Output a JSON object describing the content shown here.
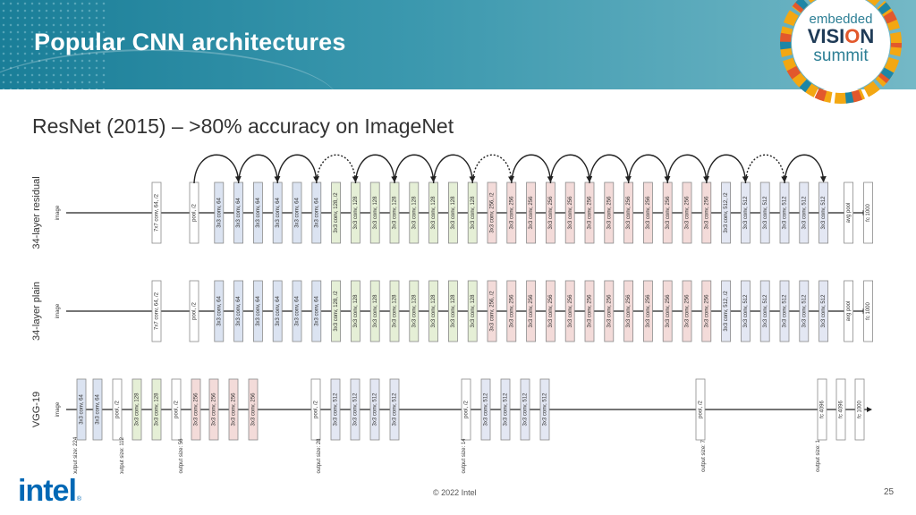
{
  "slide": {
    "title": "Popular CNN architectures",
    "subtitle": "ResNet (2015) – >80% accuracy on ImageNet",
    "copyright": "© 2022 Intel",
    "page_number": "25",
    "logo": "intel",
    "badge": {
      "line1": "embedded",
      "line2a": "VISI",
      "line2b": "N",
      "line3": "summit"
    }
  },
  "colors": {
    "header": "#2c8ba4",
    "conv64": "#dbe3f1",
    "conv128": "#e5efd6",
    "conv256": "#f3dbd9",
    "conv512": "#e3e7f3",
    "plain": "#ffffff",
    "intel_blue": "#0068b5"
  },
  "diagram": {
    "rows": [
      {
        "label": "34-layer residual",
        "input": "image",
        "layers": [
          "7x7 conv, 64, /2",
          "pool, /2",
          "3x3 conv, 64",
          "3x3 conv, 64",
          "3x3 conv, 64",
          "3x3 conv, 64",
          "3x3 conv, 64",
          "3x3 conv, 64",
          "3x3 conv, 128, /2",
          "3x3 conv, 128",
          "3x3 conv, 128",
          "3x3 conv, 128",
          "3x3 conv, 128",
          "3x3 conv, 128",
          "3x3 conv, 128",
          "3x3 conv, 128",
          "3x3 conv, 256, /2",
          "3x3 conv, 256",
          "3x3 conv, 256",
          "3x3 conv, 256",
          "3x3 conv, 256",
          "3x3 conv, 256",
          "3x3 conv, 256",
          "3x3 conv, 256",
          "3x3 conv, 256",
          "3x3 conv, 256",
          "3x3 conv, 256",
          "3x3 conv, 256",
          "3x3 conv, 512, /2",
          "3x3 conv, 512",
          "3x3 conv, 512",
          "3x3 conv, 512",
          "3x3 conv, 512",
          "3x3 conv, 512",
          "avg pool",
          "fc 1000"
        ]
      },
      {
        "label": "34-layer plain",
        "input": "image",
        "layers": [
          "7x7 conv, 64, /2",
          "pool, /2",
          "3x3 conv, 64",
          "3x3 conv, 64",
          "3x3 conv, 64",
          "3x3 conv, 64",
          "3x3 conv, 64",
          "3x3 conv, 64",
          "3x3 conv, 128, /2",
          "3x3 conv, 128",
          "3x3 conv, 128",
          "3x3 conv, 128",
          "3x3 conv, 128",
          "3x3 conv, 128",
          "3x3 conv, 128",
          "3x3 conv, 128",
          "3x3 conv, 256, /2",
          "3x3 conv, 256",
          "3x3 conv, 256",
          "3x3 conv, 256",
          "3x3 conv, 256",
          "3x3 conv, 256",
          "3x3 conv, 256",
          "3x3 conv, 256",
          "3x3 conv, 256",
          "3x3 conv, 256",
          "3x3 conv, 256",
          "3x3 conv, 256",
          "3x3 conv, 512, /2",
          "3x3 conv, 512",
          "3x3 conv, 512",
          "3x3 conv, 512",
          "3x3 conv, 512",
          "3x3 conv, 512",
          "avg pool",
          "fc 1000"
        ]
      },
      {
        "label": "VGG-19",
        "input": "image",
        "layers": [
          "3x3 conv, 64",
          "3x3 conv, 64",
          "pool, /2",
          "3x3 conv, 128",
          "3x3 conv, 128",
          "pool, /2",
          "3x3 conv, 256",
          "3x3 conv, 256",
          "3x3 conv, 256",
          "3x3 conv, 256",
          "pool, /2",
          "3x3 conv, 512",
          "3x3 conv, 512",
          "3x3 conv, 512",
          "3x3 conv, 512",
          "pool, /2",
          "3x3 conv, 512",
          "3x3 conv, 512",
          "3x3 conv, 512",
          "3x3 conv, 512",
          "pool, /2",
          "fc 4096",
          "fc 4096",
          "fc 1000"
        ],
        "output_sizes": [
          "output size: 224",
          "output size: 112",
          "output size: 56",
          "output size: 28",
          "output size: 14",
          "output size: 7",
          "output size: 1"
        ]
      }
    ],
    "residual_skips": {
      "dashed_indices": [
        3,
        7,
        14
      ]
    }
  }
}
